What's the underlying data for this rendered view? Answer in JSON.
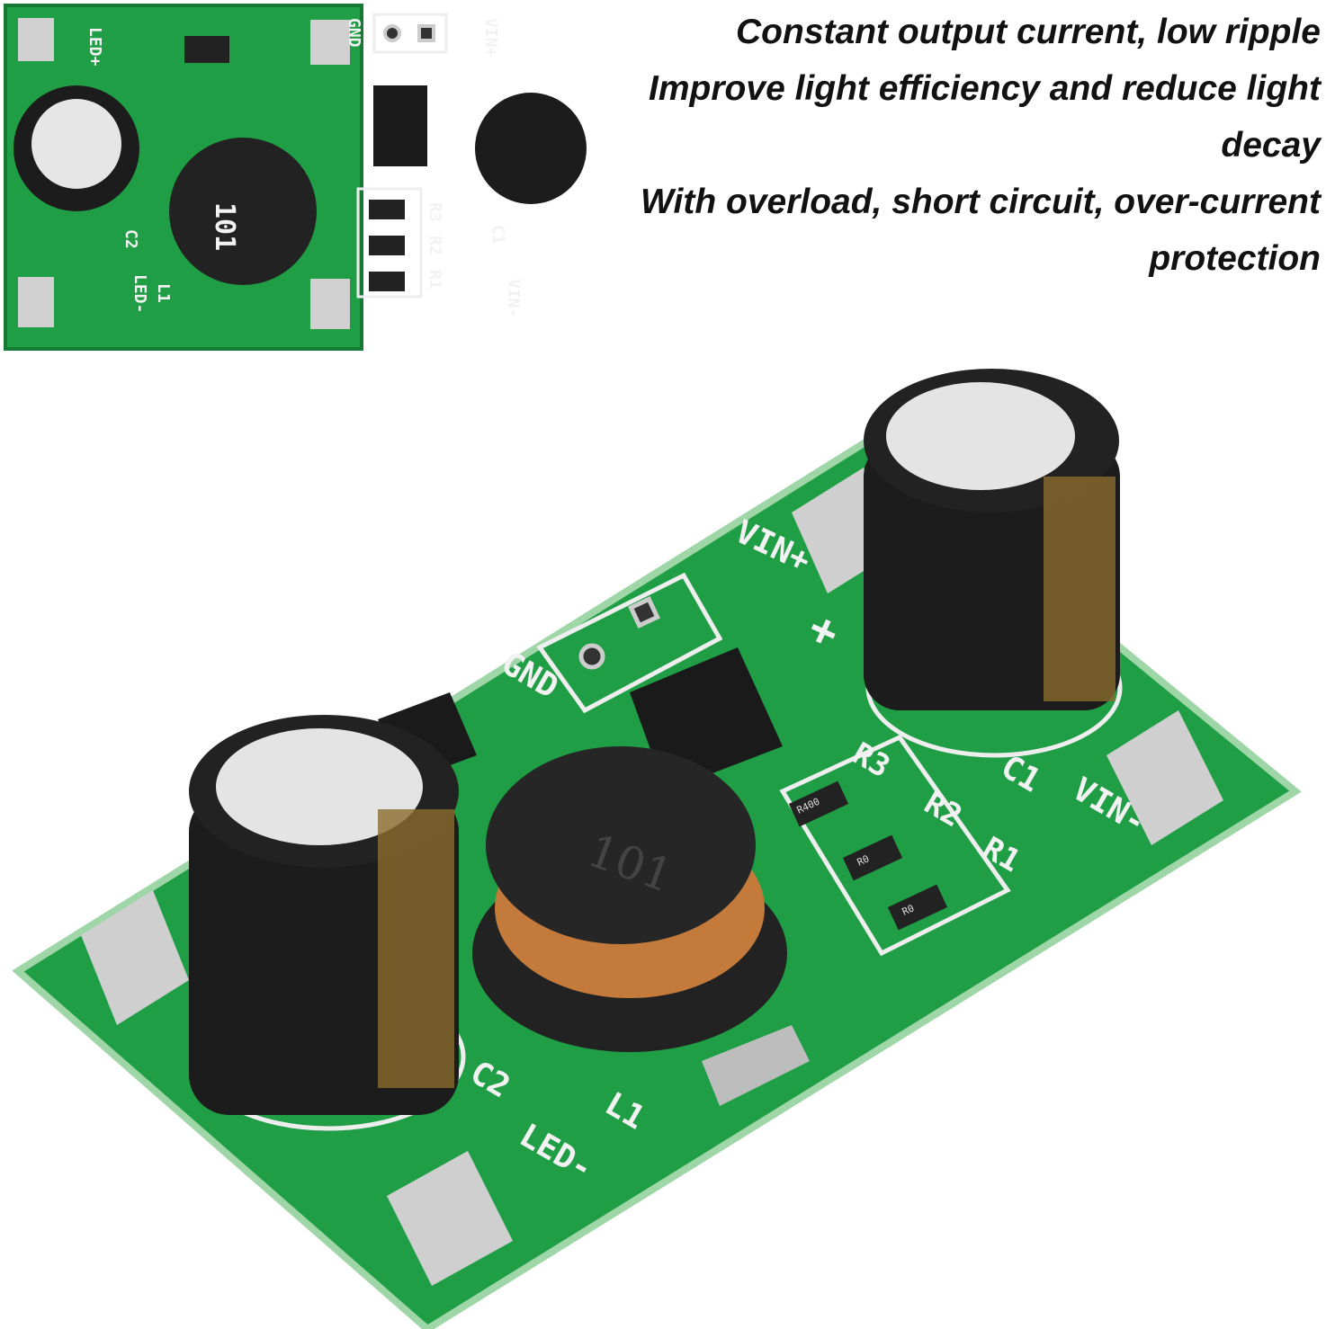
{
  "features": [
    "Constant output current, low ripple",
    "Improve light efficiency and reduce light decay",
    "With overload, short circuit, over-current protection"
  ],
  "board_labels": {
    "led_plus": "LED+",
    "led_minus": "LED-",
    "gnd": "GND",
    "vin_plus": "VIN+",
    "vin_minus": "VIN-",
    "c1": "C1",
    "c2": "C2",
    "l1": "L1",
    "r1": "R1",
    "r2": "R2",
    "r3": "R3",
    "plus": "+",
    "inductor_marking": "101",
    "r3_marking": "R400",
    "r2_marking": "R0",
    "r1_marking": "R0"
  },
  "colors": {
    "pcb": "#1f9e45",
    "pad": "#c9c9c9",
    "capacitor": "#1c1c1c",
    "copper": "#c47a3a"
  }
}
